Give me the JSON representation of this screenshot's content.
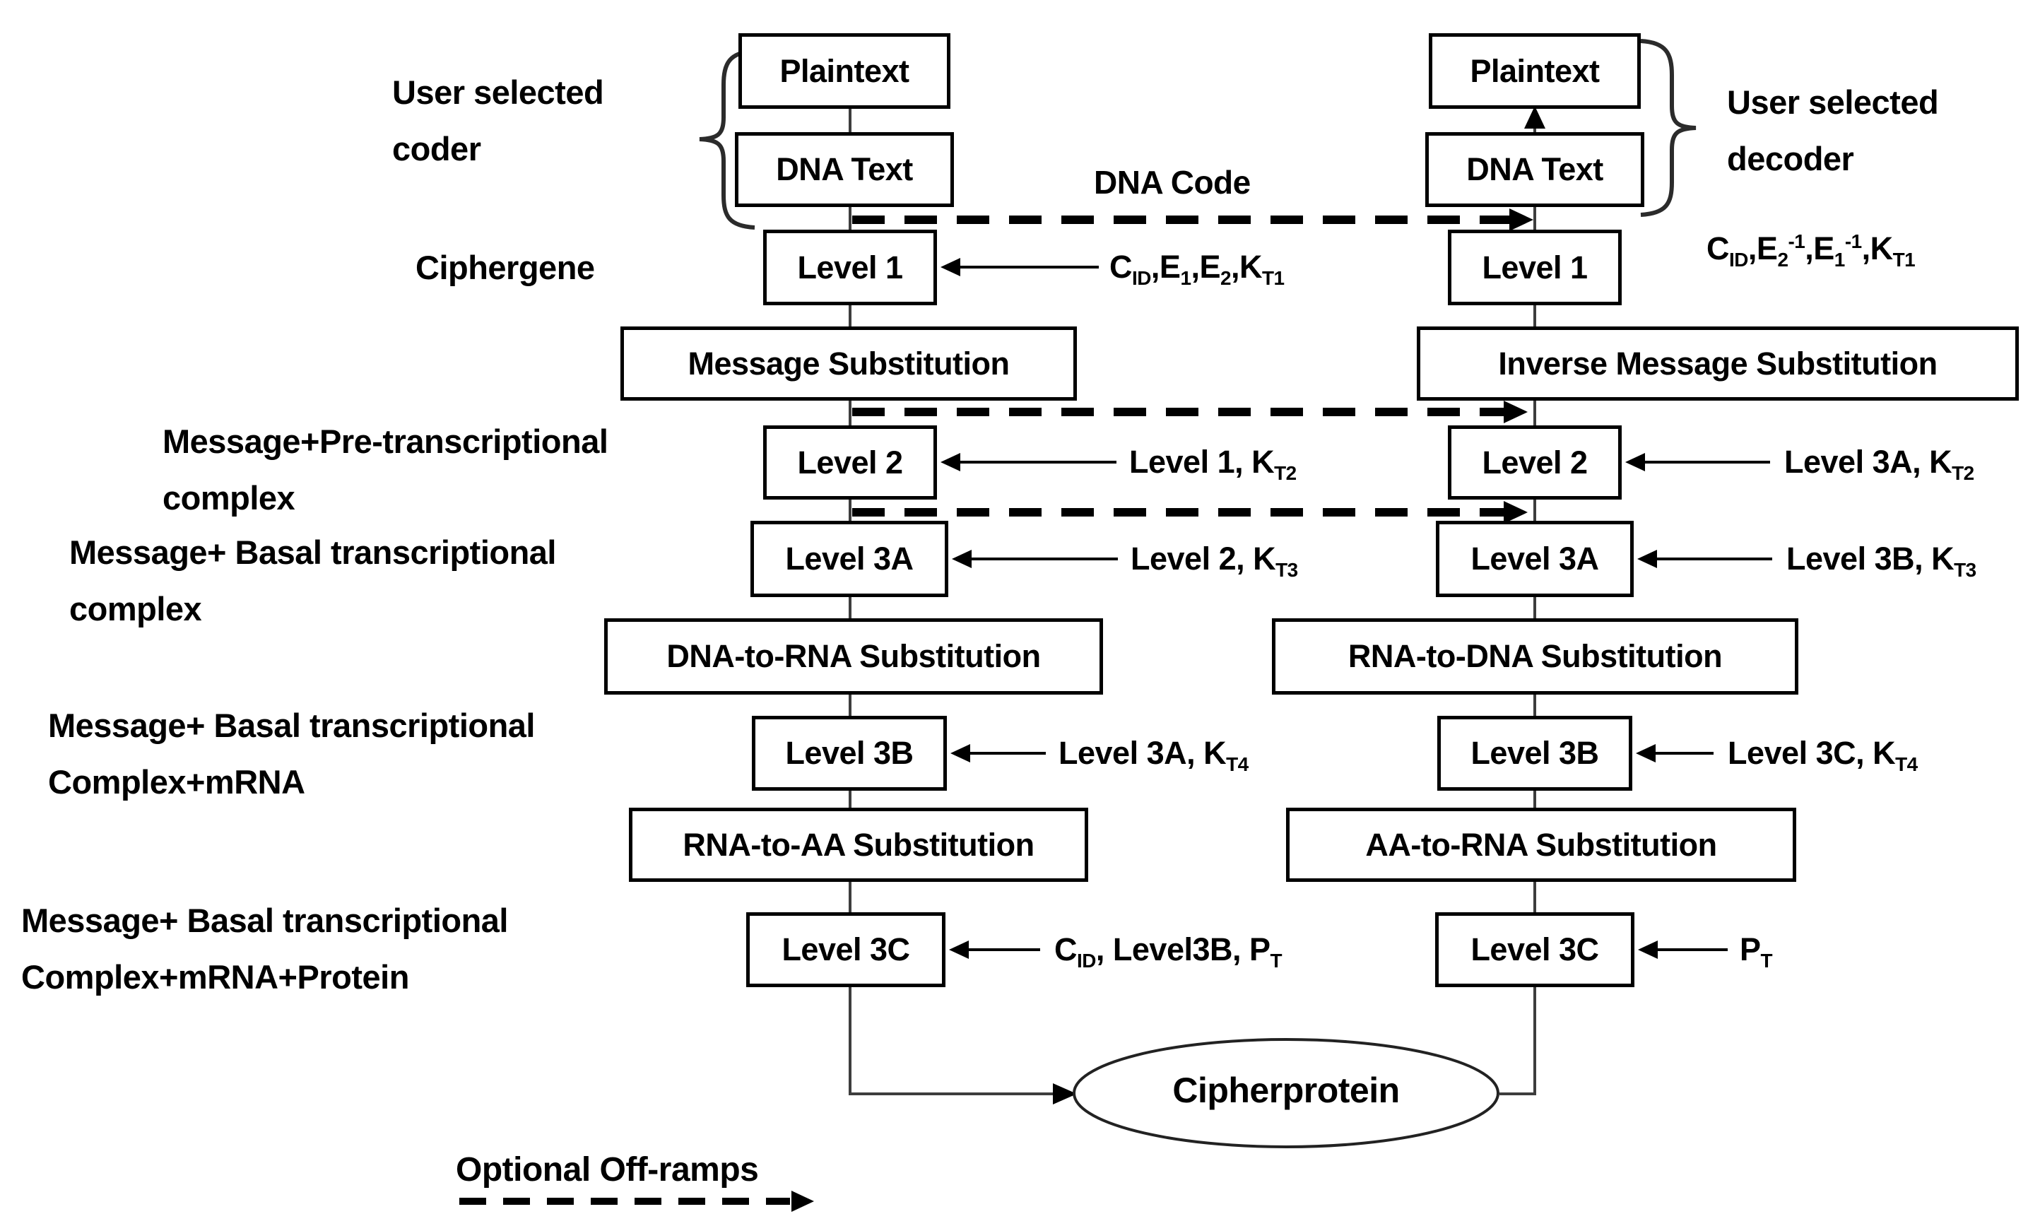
{
  "diagram": {
    "type": "flowchart",
    "background_color": "#ffffff",
    "ink_color": "#000000",
    "dna_code_label": "DNA Code",
    "cipherprotein_label": "Cipherprotein",
    "legend": {
      "label": "Optional Off-ramps"
    },
    "encoder": {
      "group_label": [
        "User selected",
        "coder"
      ],
      "boxes": {
        "plaintext": "Plaintext",
        "dna_text": "DNA Text",
        "level1": "Level 1",
        "message_substitution": "Message Substitution",
        "level2": "Level 2",
        "level3a": "Level 3A",
        "dna_to_rna": "DNA-to-RNA Substitution",
        "level3b": "Level 3B",
        "rna_to_aa": "RNA-to-AA Substitution",
        "level3c": "Level 3C"
      },
      "key_annotations": {
        "level1": [
          {
            "t": "C"
          },
          {
            "s": "ID"
          },
          {
            "t": ",E"
          },
          {
            "s": "1"
          },
          {
            "t": ",E"
          },
          {
            "s": "2"
          },
          {
            "t": ",K"
          },
          {
            "s": "T1"
          }
        ],
        "level2": [
          {
            "t": "Level 1, K"
          },
          {
            "s": "T2"
          }
        ],
        "level3a": [
          {
            "t": "Level 2, K"
          },
          {
            "s": "T3"
          }
        ],
        "level3b": [
          {
            "t": "Level 3A, K"
          },
          {
            "s": "T4"
          }
        ],
        "level3c": [
          {
            "t": "C"
          },
          {
            "s": "ID"
          },
          {
            "t": ", Level3B, P"
          },
          {
            "s": "T"
          }
        ]
      }
    },
    "decoder": {
      "group_label": [
        "User selected",
        "decoder"
      ],
      "boxes": {
        "plaintext": "Plaintext",
        "dna_text": "DNA Text",
        "level1": "Level 1",
        "inverse_message_substitution": "Inverse Message Substitution",
        "level2": "Level 2",
        "level3a": "Level 3A",
        "rna_to_dna": "RNA-to-DNA Substitution",
        "level3b": "Level 3B",
        "aa_to_rna": "AA-to-RNA Substitution",
        "level3c": "Level 3C"
      },
      "key_annotations": {
        "level1": [
          {
            "t": "C"
          },
          {
            "s": "ID"
          },
          {
            "t": ",E"
          },
          {
            "s": "2"
          },
          {
            "p": "-1"
          },
          {
            "t": ",E"
          },
          {
            "s": "1"
          },
          {
            "p": "-1"
          },
          {
            "t": ",K"
          },
          {
            "s": "T1"
          }
        ],
        "level2": [
          {
            "t": "Level 3A, K"
          },
          {
            "s": "T2"
          }
        ],
        "level3a": [
          {
            "t": "Level 3B, K"
          },
          {
            "s": "T3"
          }
        ],
        "level3b": [
          {
            "t": "Level 3C, K"
          },
          {
            "s": "T4"
          }
        ],
        "level3c": [
          {
            "t": "P"
          },
          {
            "s": "T"
          }
        ]
      }
    },
    "stage_labels": {
      "ciphergene": "Ciphergene",
      "pre_transcriptional": [
        "Message+Pre-transcriptional",
        "complex"
      ],
      "basal_transcriptional": [
        "Message+ Basal transcriptional",
        "complex"
      ],
      "basal_mrna": [
        "Message+ Basal transcriptional",
        "Complex+mRNA"
      ],
      "basal_mrna_protein": [
        "Message+ Basal transcriptional",
        "Complex+mRNA+Protein"
      ]
    }
  }
}
